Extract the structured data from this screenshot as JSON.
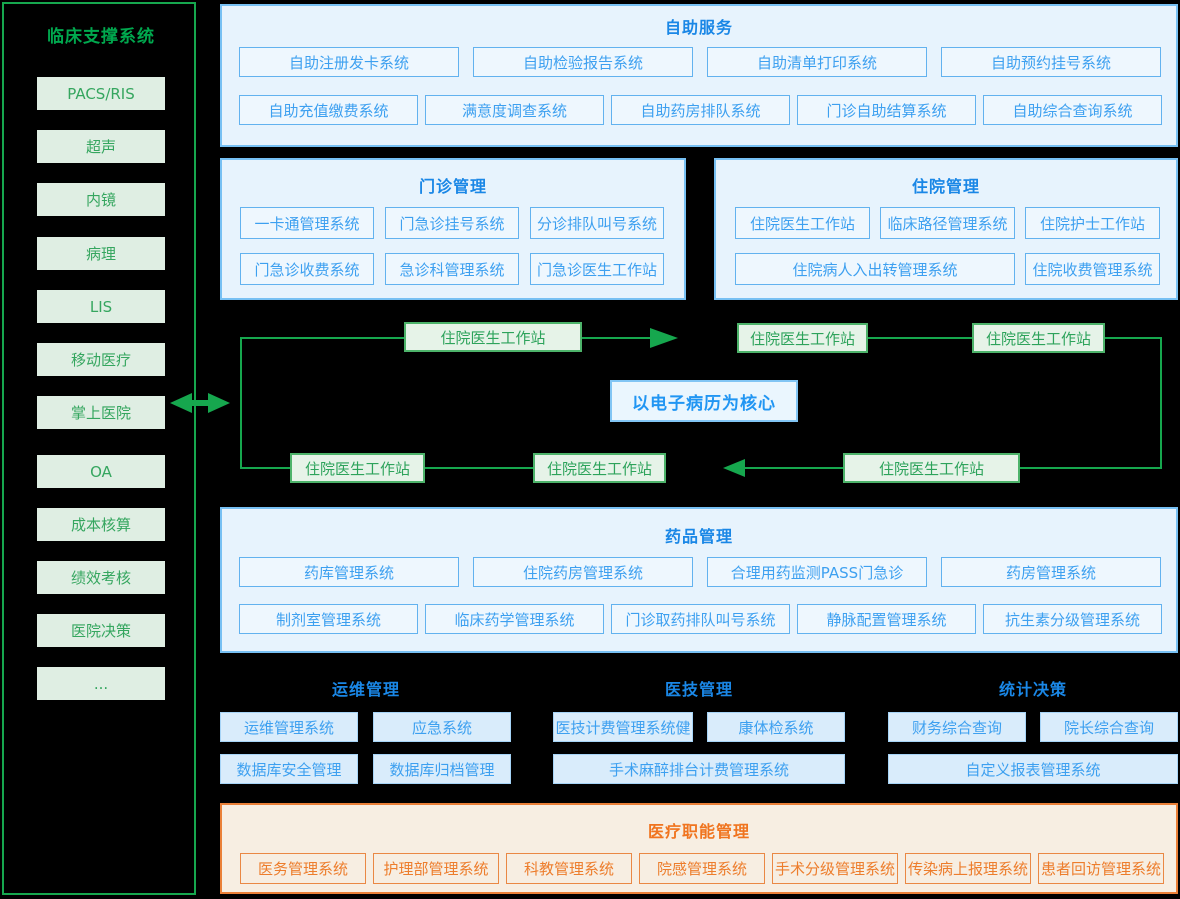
{
  "colors": {
    "green_line": "#16a74e",
    "green_text": "#35a65f",
    "green_fill": "#dfeee3",
    "green_title": "#00a84e",
    "blue_title": "#1a87e6",
    "blue_text": "#3da0f0",
    "blue_panel_bg": "#e7f3fd",
    "blue_panel_border": "#77c0f3",
    "ops_box_fill": "#d9ecfb",
    "core_text": "#2196f3",
    "orange_border": "#ea8038",
    "orange_title": "#f0741f",
    "orange_bg": "#f7eee2"
  },
  "sidebar": {
    "title": "临床支撑系统",
    "group1": [
      "PACS/RIS",
      "超声",
      "内镜",
      "病理",
      "LIS",
      "移动医疗",
      "掌上医院"
    ],
    "group2": [
      "OA",
      "成本核算",
      "绩效考核",
      "医院决策",
      "..."
    ]
  },
  "self_service": {
    "title": "自助服务",
    "row1": [
      "自助注册发卡系统",
      "自助检验报告系统",
      "自助清单打印系统",
      "自助预约挂号系统"
    ],
    "row2": [
      "自助充值缴费系统",
      "满意度调查系统",
      "自助药房排队系统",
      "门诊自助结算系统",
      "自助综合查询系统"
    ]
  },
  "outpatient": {
    "title": "门诊管理",
    "row1": [
      "一卡通管理系统",
      "门急诊挂号系统",
      "分诊排队叫号系统"
    ],
    "row2": [
      "门急诊收费系统",
      "急诊科管理系统",
      "门急诊医生工作站"
    ]
  },
  "inpatient": {
    "title": "住院管理",
    "row1": [
      "住院医生工作站",
      "临床路径管理系统",
      "住院护士工作站"
    ],
    "row2": [
      "住院病人入出转管理系统",
      "住院收费管理系统"
    ]
  },
  "flow": {
    "center": "以电子病历为核心",
    "top1": "住院医生工作站",
    "top2": "住院医生工作站",
    "top3": "住院医生工作站",
    "bottom1": "住院医生工作站",
    "bottom2": "住院医生工作站",
    "bottom3": "住院医生工作站"
  },
  "pharmacy": {
    "title": "药品管理",
    "row1": [
      "药库管理系统",
      "住院药房管理系统",
      "合理用药监测PASS门急诊",
      "药房管理系统"
    ],
    "row2": [
      "制剂室管理系统",
      "临床药学管理系统",
      "门诊取药排队叫号系统",
      "静脉配置管理系统",
      "抗生素分级管理系统"
    ]
  },
  "ops": {
    "col1": {
      "title": "运维管理",
      "row1": [
        "运维管理系统",
        "应急系统"
      ],
      "row2": [
        "数据库安全管理",
        "数据库归档管理"
      ]
    },
    "col2": {
      "title": "医技管理",
      "row1": [
        "医技计费管理系统健",
        "康体检系统"
      ],
      "row2": [
        "手术麻醉排台计费管理系统"
      ]
    },
    "col3": {
      "title": "统计决策",
      "row1": [
        "财务综合查询",
        "院长综合查询"
      ],
      "row2": [
        "自定义报表管理系统"
      ]
    }
  },
  "medical_admin": {
    "title": "医疗职能管理",
    "items": [
      "医务管理系统",
      "护理部管理系统",
      "科教管理系统",
      "院感管理系统",
      "手术分级管理系统",
      "传染病上报理系统",
      "患者回访管理系统"
    ]
  }
}
